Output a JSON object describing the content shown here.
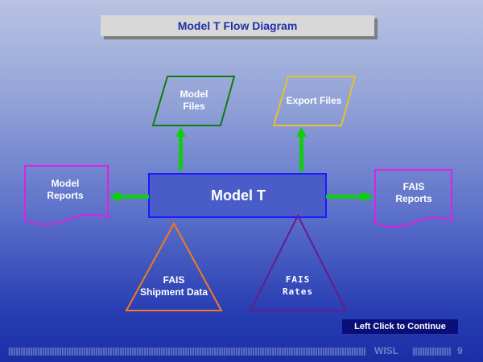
{
  "title": "Model T Flow Diagram",
  "nodes": {
    "model_t": "Model T",
    "model_files_line1": "Model",
    "model_files_line2": "Files",
    "export_files": "Export Files",
    "model_reports_line1": "Model",
    "model_reports_line2": "Reports",
    "fais_reports_line1": "FAIS",
    "fais_reports_line2": "Reports",
    "fais_shipment_line1": "FAIS",
    "fais_shipment_line2": "Shipment Data",
    "fais_rates_line1": "FAIS",
    "fais_rates_line2": "Rates"
  },
  "continue_label": "Left Click to Continue",
  "footer": {
    "org": "WISL",
    "page_number": "9"
  },
  "colors": {
    "title_text": "#1c2fa8",
    "model_t_border": "#1a1aff",
    "model_files_border": "#117a11",
    "export_files_border": "#e8c02a",
    "report_border": "#e020e0",
    "shipment_border": "#f07a20",
    "rates_border": "#6a1a8a",
    "arrow": "#11cc11"
  }
}
